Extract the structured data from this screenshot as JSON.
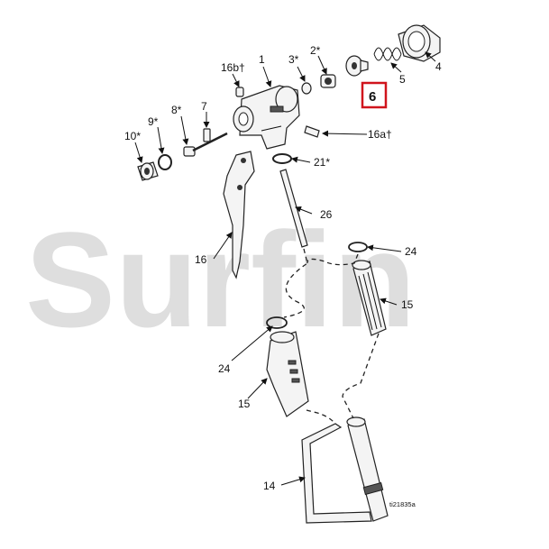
{
  "watermark": "Surfin",
  "drawing_code": "ti21835a",
  "highlighted_part": "6",
  "highlight_color": "#d0141c",
  "labels": [
    {
      "id": "l1",
      "text": "1"
    },
    {
      "id": "l2",
      "text": "2*"
    },
    {
      "id": "l3",
      "text": "3*"
    },
    {
      "id": "l4",
      "text": "4"
    },
    {
      "id": "l5",
      "text": "5"
    },
    {
      "id": "l7",
      "text": "7"
    },
    {
      "id": "l8",
      "text": "8*"
    },
    {
      "id": "l9",
      "text": "9*"
    },
    {
      "id": "l10",
      "text": "10*"
    },
    {
      "id": "l14",
      "text": "14"
    },
    {
      "id": "l15a",
      "text": "15"
    },
    {
      "id": "l15b",
      "text": "15"
    },
    {
      "id": "l16",
      "text": "16"
    },
    {
      "id": "l16a",
      "text": "16a†"
    },
    {
      "id": "l16b",
      "text": "16b†"
    },
    {
      "id": "l21",
      "text": "21*"
    },
    {
      "id": "l24a",
      "text": "24"
    },
    {
      "id": "l24b",
      "text": "24"
    },
    {
      "id": "l26",
      "text": "26"
    }
  ]
}
